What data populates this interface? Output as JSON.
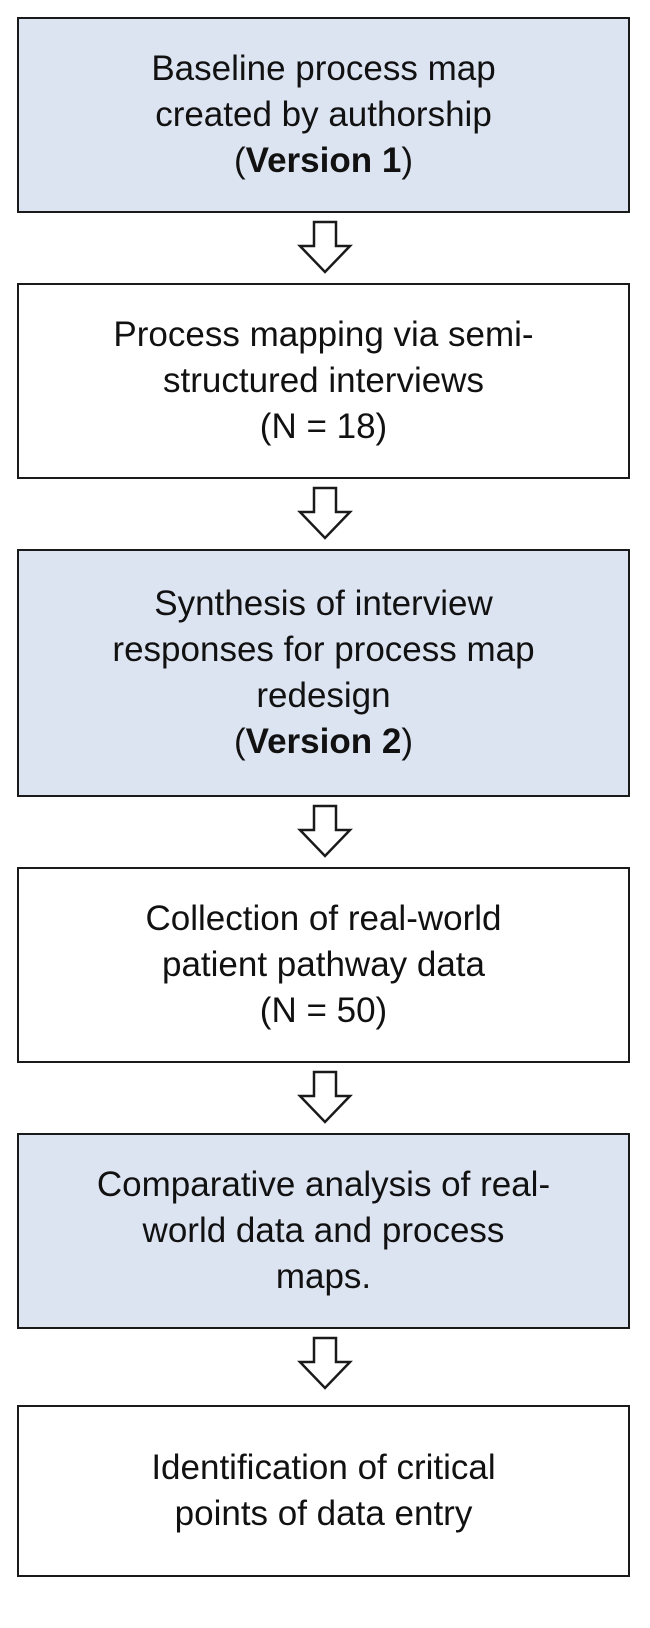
{
  "colors": {
    "shaded_fill": "#dce3f1",
    "plain_fill": "#ffffff",
    "border": "#1a1a1a"
  },
  "steps": [
    {
      "style": "shaded",
      "lines": [
        "Baseline process map",
        "created by authorship"
      ],
      "version": {
        "open": "(",
        "text": "Version 1",
        "close": ")"
      }
    },
    {
      "style": "plain",
      "lines": [
        "Process mapping via semi-",
        "structured interviews",
        "(N = 18)"
      ]
    },
    {
      "style": "shaded",
      "lines": [
        "Synthesis of interview",
        "responses for process map",
        "redesign"
      ],
      "version": {
        "open": "(",
        "text": "Version 2",
        "close": ")"
      }
    },
    {
      "style": "plain",
      "lines": [
        "Collection of real-world",
        "patient pathway data",
        "(N = 50)"
      ]
    },
    {
      "style": "shaded",
      "lines": [
        "Comparative analysis of real-",
        "world data and process",
        "maps."
      ]
    },
    {
      "style": "plain",
      "lines": [
        "Identification of critical",
        "points of data entry"
      ]
    }
  ]
}
